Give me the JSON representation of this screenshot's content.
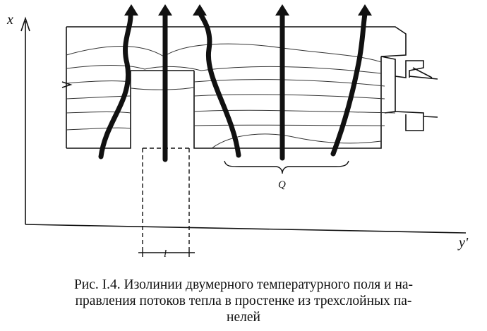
{
  "diagram": {
    "axis_x_label": "x",
    "axis_y_label": "y'",
    "flow_label": "Q",
    "width_label": "l"
  },
  "caption": {
    "line1": "Рис. I.4. Изолинии двумерного температурного поля и на-",
    "line2": "правления потоков тепла в простенке из трехслойных па-",
    "line3": "нелей"
  }
}
